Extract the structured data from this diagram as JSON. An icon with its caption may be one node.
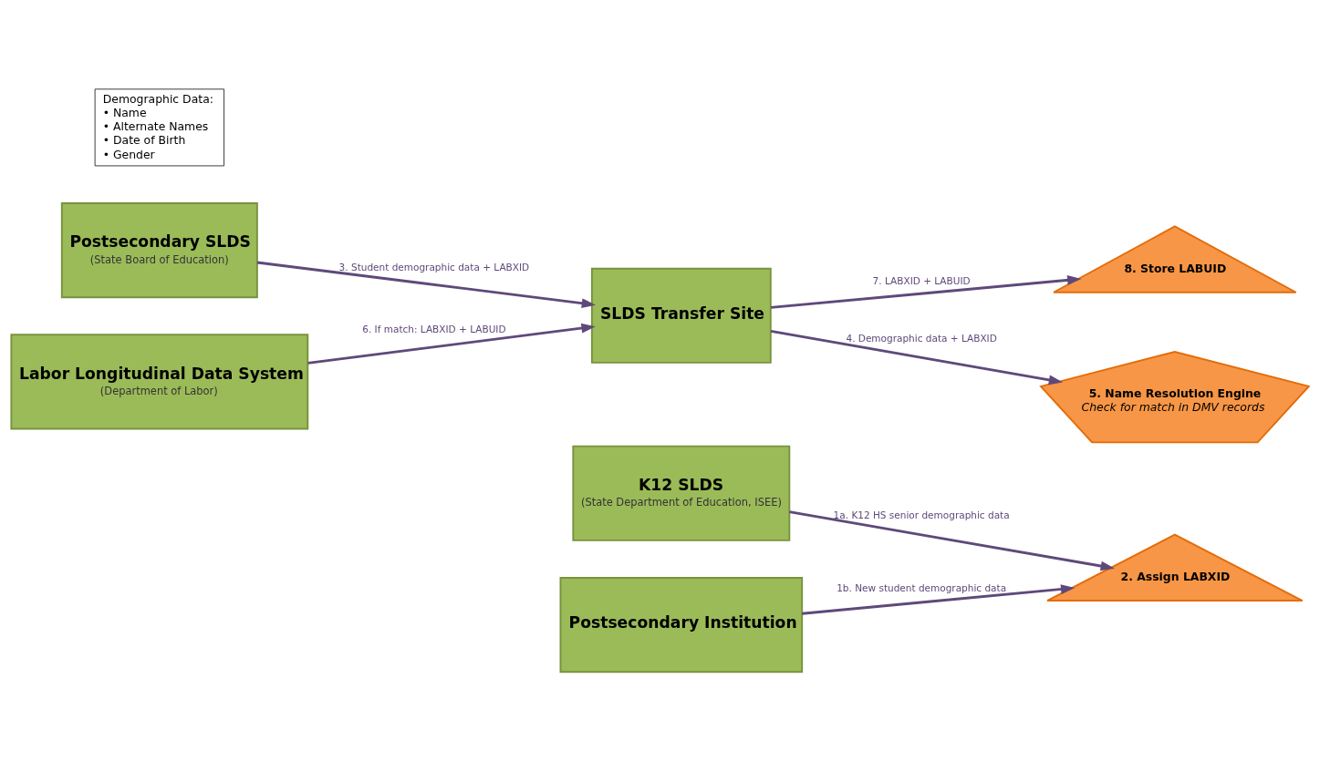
{
  "diagram": {
    "nodes": [
      {
        "text": [
          "K12 SLDS",
          "(State Department of Education, ISEE)"
        ]
      },
      {
        "text": [
          "Postsecondary Institution"
        ]
      },
      {
        "text": [
          "2. Assign LABXID"
        ]
      },
      {
        "text": [
          "Postsecondary SLDS",
          "(State Board of Education)"
        ]
      },
      {
        "text": [
          "8. Store LABUID"
        ]
      },
      {
        "text": [
          "SLDS Transfer Site"
        ]
      },
      {
        "text": [
          "Labor Longitudinal Data System",
          "(Department of Labor)"
        ]
      },
      {
        "text": [
          "5. Name Resolution Engine",
          "Check for match in DMV records"
        ]
      },
      {
        "text": [
          "Demographic Data:",
          "• Name",
          "• Alternate Names",
          "• Date of Birth",
          "• Gender"
        ]
      }
    ],
    "edges": [
      {
        "from": 0,
        "to": 2,
        "arrow": "to",
        "label": "1a. K12 HS senior demographic data"
      },
      {
        "from": 1,
        "to": 2,
        "arrow": "to",
        "label": "1b. New student demographic data"
      },
      {
        "from": 3,
        "to": 5,
        "arrow": "to",
        "label": "3. Student demographic data + LABXID"
      },
      {
        "from": 5,
        "to": 7,
        "arrow": "to",
        "label": "4. Demographic data + LABXID"
      },
      {
        "from": 6,
        "to": 5,
        "arrow": "to",
        "label": "6. If match: LABXID + LABUID"
      },
      {
        "from": 5,
        "to": 4,
        "arrow": "to",
        "label": "7. LABXID + LABUID"
      }
    ]
  }
}
